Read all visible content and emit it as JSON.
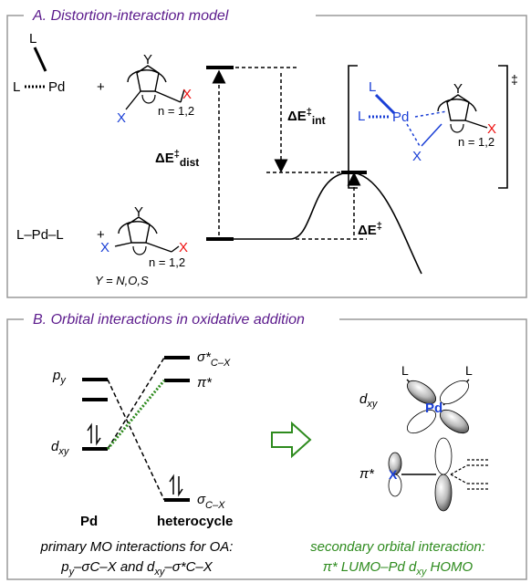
{
  "panelA": {
    "title": "A. Distortion-interaction model",
    "L": "L",
    "Pd": "Pd",
    "plus": "+",
    "Y": "Y",
    "X": "X",
    "n_label": "n = 1,2",
    "bottom_complex": "L–Pd–L",
    "Y_def": "Y = N,O,S",
    "dE_dist": "ΔE‡dist",
    "dE_int": "ΔE‡int",
    "dE": "ΔE‡",
    "ddagger": "‡"
  },
  "panelB": {
    "title": "B. Orbital interactions in oxidative addition",
    "py": "py",
    "dxy": "dxy",
    "sigma_star": "σ*C–X",
    "pi_star": "π*",
    "sigma": "σC–X",
    "pd_label": "Pd",
    "heterocycle_label": "heterocycle",
    "primary_line1": "primary MO interactions for OA:",
    "primary_line2": "py–σC–X and dxy–σ*C–X",
    "secondary_line1": "secondary orbital interaction:",
    "secondary_line2": "π* LUMO–Pd dxy HOMO",
    "orbital_dxy": "dxy",
    "orbital_pi": "π*"
  },
  "colors": {
    "title": "#5b1a8c",
    "red": "#e11111",
    "blue": "#1a3fd6",
    "green": "#2e8b1e",
    "border": "#9a9a9a"
  }
}
